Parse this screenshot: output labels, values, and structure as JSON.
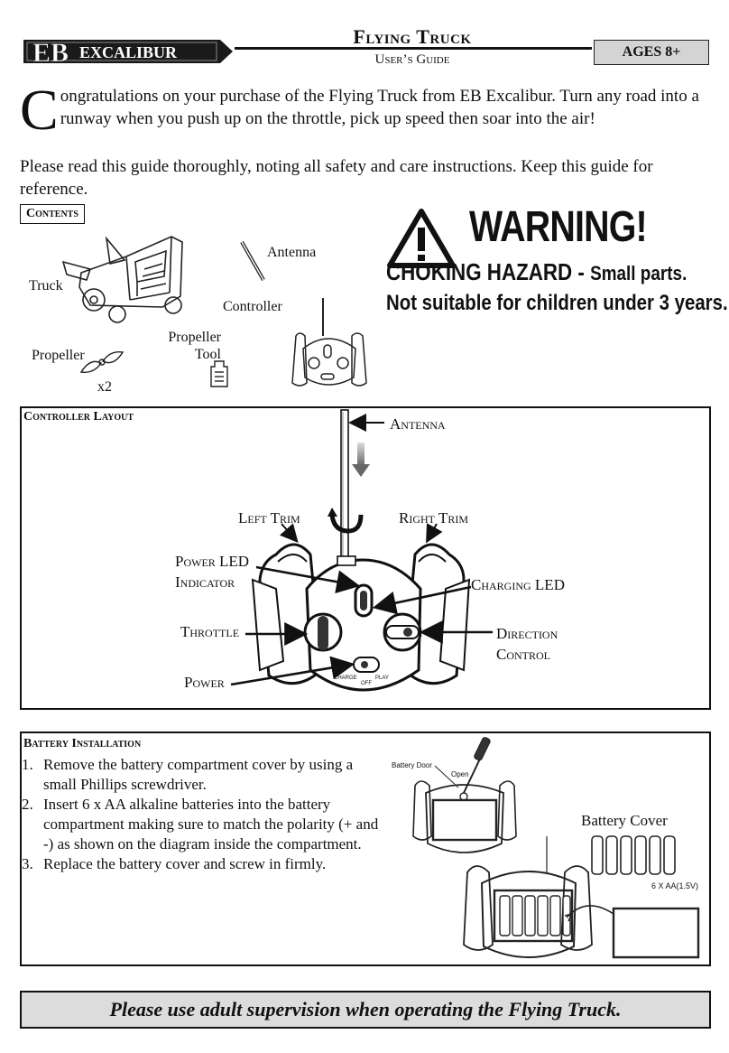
{
  "header": {
    "logo_mark": "EB",
    "logo_text": "EXCALIBUR",
    "title": "Flying Truck",
    "subtitle": "User’s Guide",
    "ages": "AGES 8+"
  },
  "intro": {
    "dropcap": "C",
    "text": "ongratulations on your purchase of the Flying Truck from EB Excalibur. Turn any road into a runway when you push up on the throttle, pick up speed then soar into the air!",
    "read": "Please read this guide thoroughly, noting all safety and care instructions. Keep this guide for reference."
  },
  "contents": {
    "heading": "Contents",
    "truck": "Truck",
    "antenna": "Antenna",
    "controller": "Controller",
    "propeller_tool_line1": "Propeller",
    "propeller_tool_line2": "Tool",
    "propeller": "Propeller",
    "propeller_qty": "x2"
  },
  "warning": {
    "title": "WARNING!",
    "choking": "CHOKING HAZARD - ",
    "small_parts": "Small parts.",
    "age": "Not suitable for children under 3 years."
  },
  "controller_layout": {
    "heading": "Controller Layout",
    "antenna": "Antenna",
    "left_trim": "Left Trim",
    "right_trim": "Right Trim",
    "power_led_line1": "Power LED",
    "power_led_line2": "Indicator",
    "charging_led": "Charging LED",
    "throttle": "Throttle",
    "direction_line1": "Direction",
    "direction_line2": "Control",
    "power": "Power",
    "switch_charge": "CHARGE",
    "switch_play": "PLAY",
    "switch_off": "OFF"
  },
  "battery": {
    "heading": "Battery Installation",
    "steps": [
      {
        "num": "1.",
        "text": "Remove the battery compartment cover by using a small Phillips screwdriver."
      },
      {
        "num": "2.",
        "text": "Insert 6 x AA alkaline batteries into the battery compartment making sure to match the polarity (+ and -) as shown on the diagram inside the compartment."
      },
      {
        "num": "3.",
        "text": "Replace the battery cover and screw in firmly."
      }
    ],
    "battery_door": "Battery Door",
    "open": "Open",
    "battery_cover": "Battery Cover",
    "battery_spec": "6 X AA(1.5V)"
  },
  "footer": {
    "text": "Please use adult supervision when operating the Flying Truck."
  }
}
